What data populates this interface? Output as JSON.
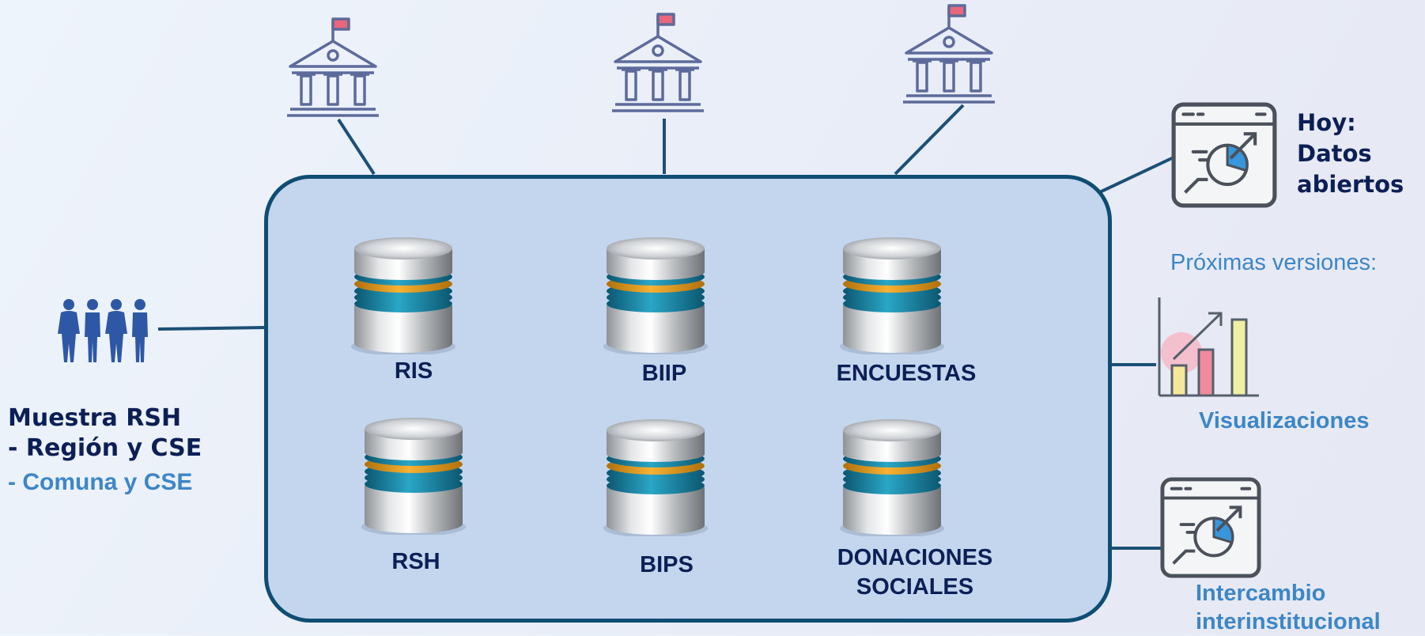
{
  "databases": [
    {
      "label": "RIS"
    },
    {
      "label": "BIIP"
    },
    {
      "label": "ENCUESTAS"
    },
    {
      "label": "RSH"
    },
    {
      "label": "BIPS"
    },
    {
      "label": "DONACIONES SOCIALES"
    }
  ],
  "left": {
    "title": "Muestra RSH",
    "line1": "- Región y CSE",
    "line2_dash": "-",
    "line2_text": "Comuna y CSE"
  },
  "right": {
    "hoy_line1": "Hoy:",
    "hoy_line2": "Datos",
    "hoy_line3": "abiertos",
    "proximas": "Próximas versiones:",
    "visualizaciones": "Visualizaciones",
    "intercambio_line1": "Intercambio",
    "intercambio_line2": "interinstitucional"
  },
  "icons": {
    "institutions": "institution-icon",
    "people": "people-group-icon",
    "open_data": "dashboard-window-icon",
    "charts": "bar-chart-icon",
    "exchange": "dashboard-window-icon",
    "database": "database-icon"
  },
  "colors": {
    "panel_fill": "#c3d6ee",
    "panel_border": "#0f4d73",
    "connector": "#1c4f76",
    "navy_text": "#0c1f55",
    "light_blue_text": "#3d86c6",
    "icon_slate": "#5d6a9b",
    "flag": "#e8677a"
  }
}
